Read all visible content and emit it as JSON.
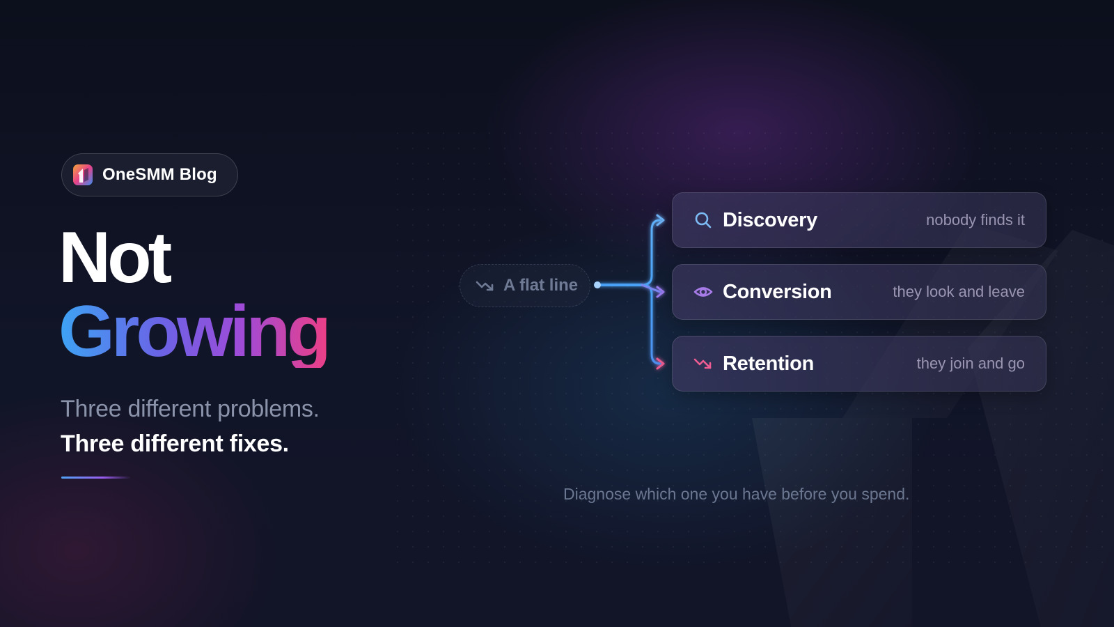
{
  "badge": {
    "label": "OneSMM Blog",
    "logo_icon": "onesmm-logo-icon"
  },
  "headline": {
    "line1": "Not",
    "line2": "Growing"
  },
  "subheadline": {
    "line1": "Three different problems.",
    "line2": "Three different fixes."
  },
  "diagram": {
    "source": {
      "label": "A flat line",
      "icon": "trend-down-icon"
    },
    "branches": [
      {
        "title": "Discovery",
        "description": "nobody finds it",
        "icon": "search-icon",
        "color": "#7dbbf5"
      },
      {
        "title": "Conversion",
        "description": "they look and leave",
        "icon": "eye-icon",
        "color": "#a77be8"
      },
      {
        "title": "Retention",
        "description": "they join and go",
        "icon": "trend-down-icon",
        "color": "#ee5c92"
      }
    ]
  },
  "footnote": "Diagnose which one you have before you spend.",
  "colors": {
    "background": "#0c0f1d",
    "accent_blue": "#3da4f4",
    "accent_purple": "#9f4bd8",
    "accent_pink": "#ec3f86"
  }
}
